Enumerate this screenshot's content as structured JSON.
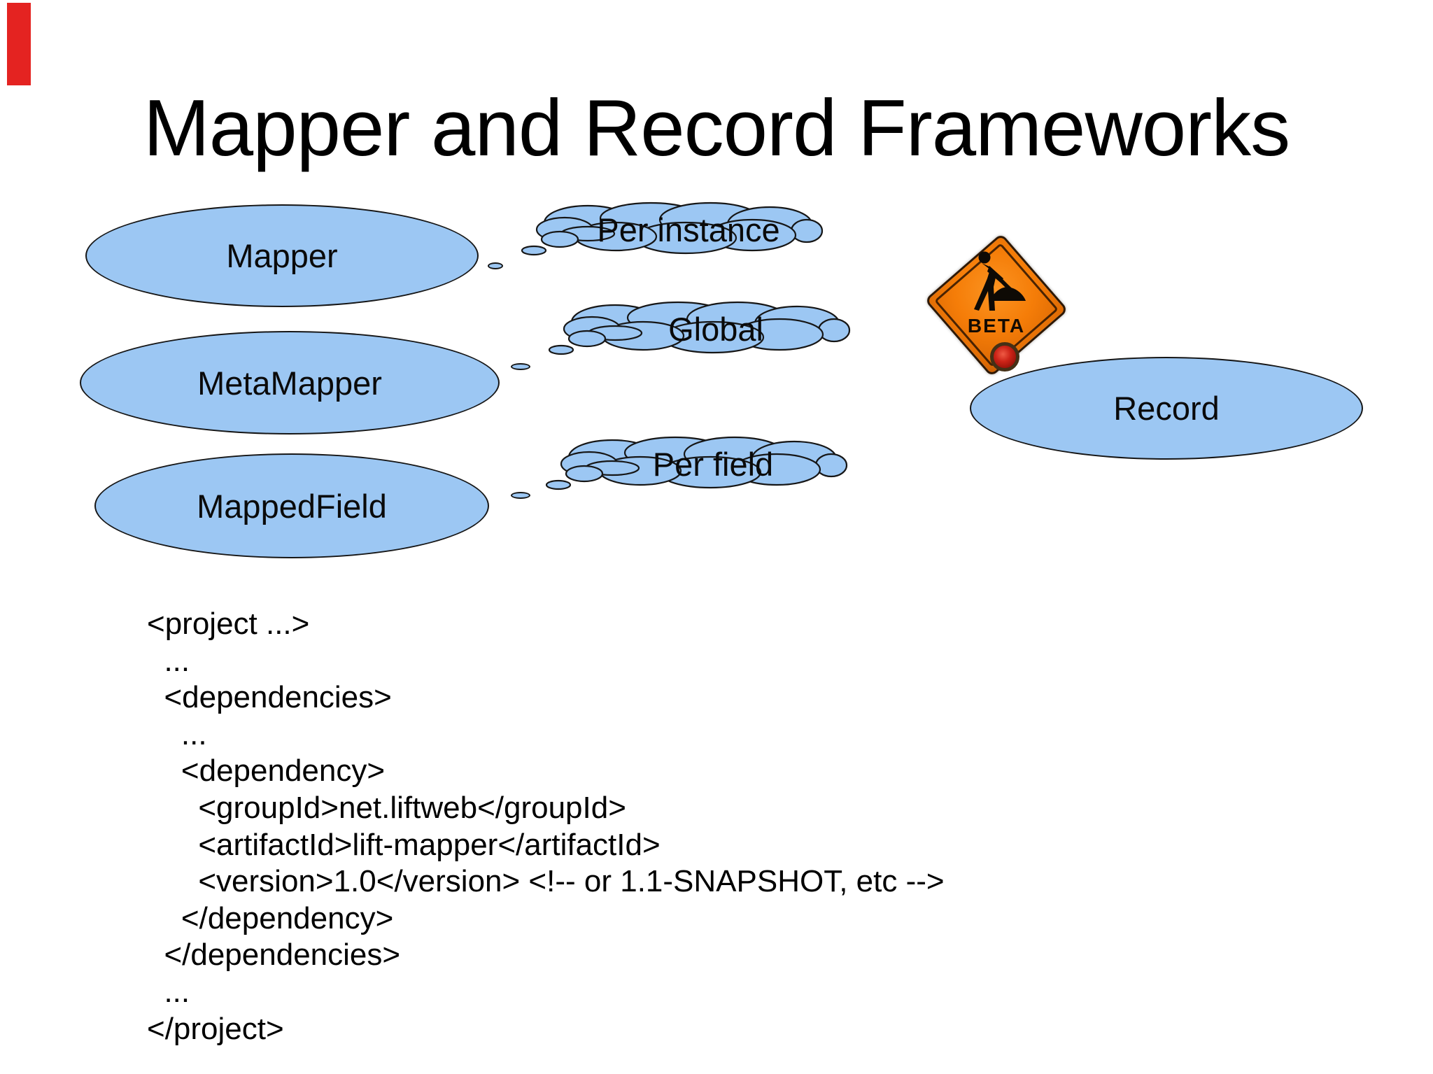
{
  "title": "Mapper and Record Frameworks",
  "diagram": {
    "mapper": {
      "label": "Mapper"
    },
    "meta_mapper": {
      "label": "MetaMapper"
    },
    "mapped_field": {
      "label": "MappedField"
    },
    "record": {
      "label": "Record"
    },
    "scopes": {
      "per_instance": {
        "label": "Per instance"
      },
      "global": {
        "label": "Global"
      },
      "per_field": {
        "label": "Per field"
      }
    },
    "beta_sign": {
      "label": "BETA"
    }
  },
  "code": {
    "lines": [
      "<project ...>",
      "  ...",
      "  <dependencies>",
      "    ...",
      "    <dependency>",
      "      <groupId>net.liftweb</groupId>",
      "      <artifactId>lift-mapper</artifactId>",
      "      <version>1.0</version> <!-- or 1.1-SNAPSHOT, etc -->",
      "    </dependency>",
      "  </dependencies>",
      "  ...",
      "</project>"
    ]
  },
  "colors": {
    "background": "#ffffff",
    "shape_fill": "#9cc7f3",
    "shape_stroke": "#161616",
    "text": "#000000",
    "sign_orange": "#f57d08",
    "badge_red": "#8c0f06",
    "marker_red": "#e42321"
  }
}
